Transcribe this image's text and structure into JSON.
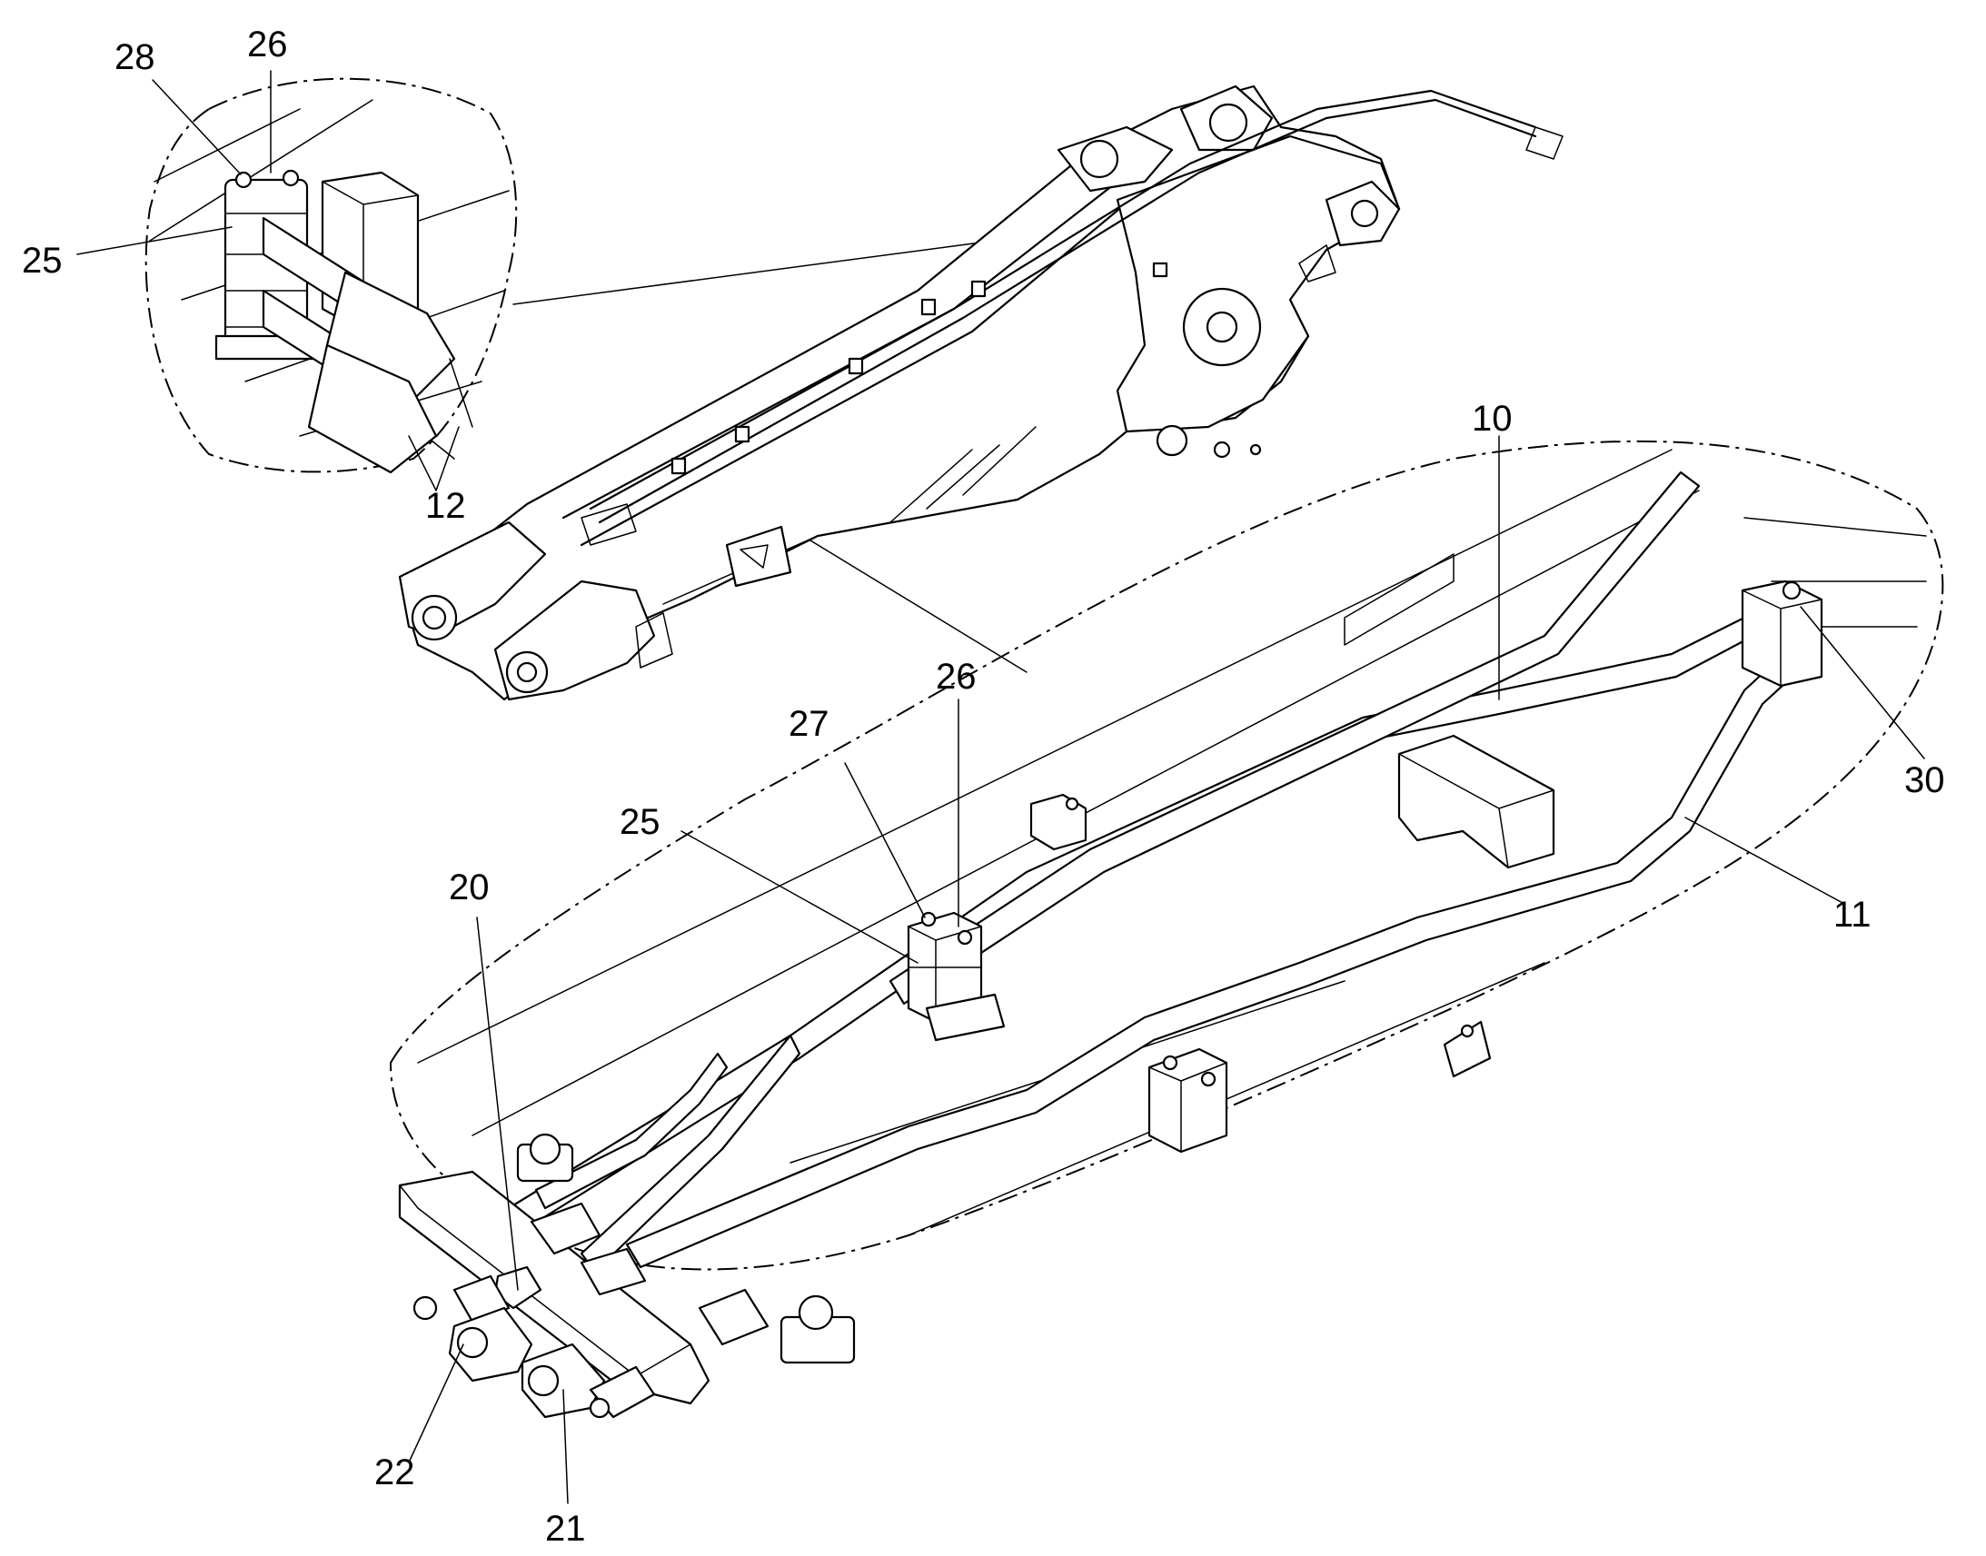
{
  "labels": {
    "l28a": "28",
    "l26a": "26",
    "l25a": "25",
    "l12": "12",
    "l10": "10",
    "l27": "27",
    "l26b": "26",
    "l25b": "25",
    "l20": "20",
    "l30": "30",
    "l11": "11",
    "l22": "22",
    "l21": "21"
  }
}
